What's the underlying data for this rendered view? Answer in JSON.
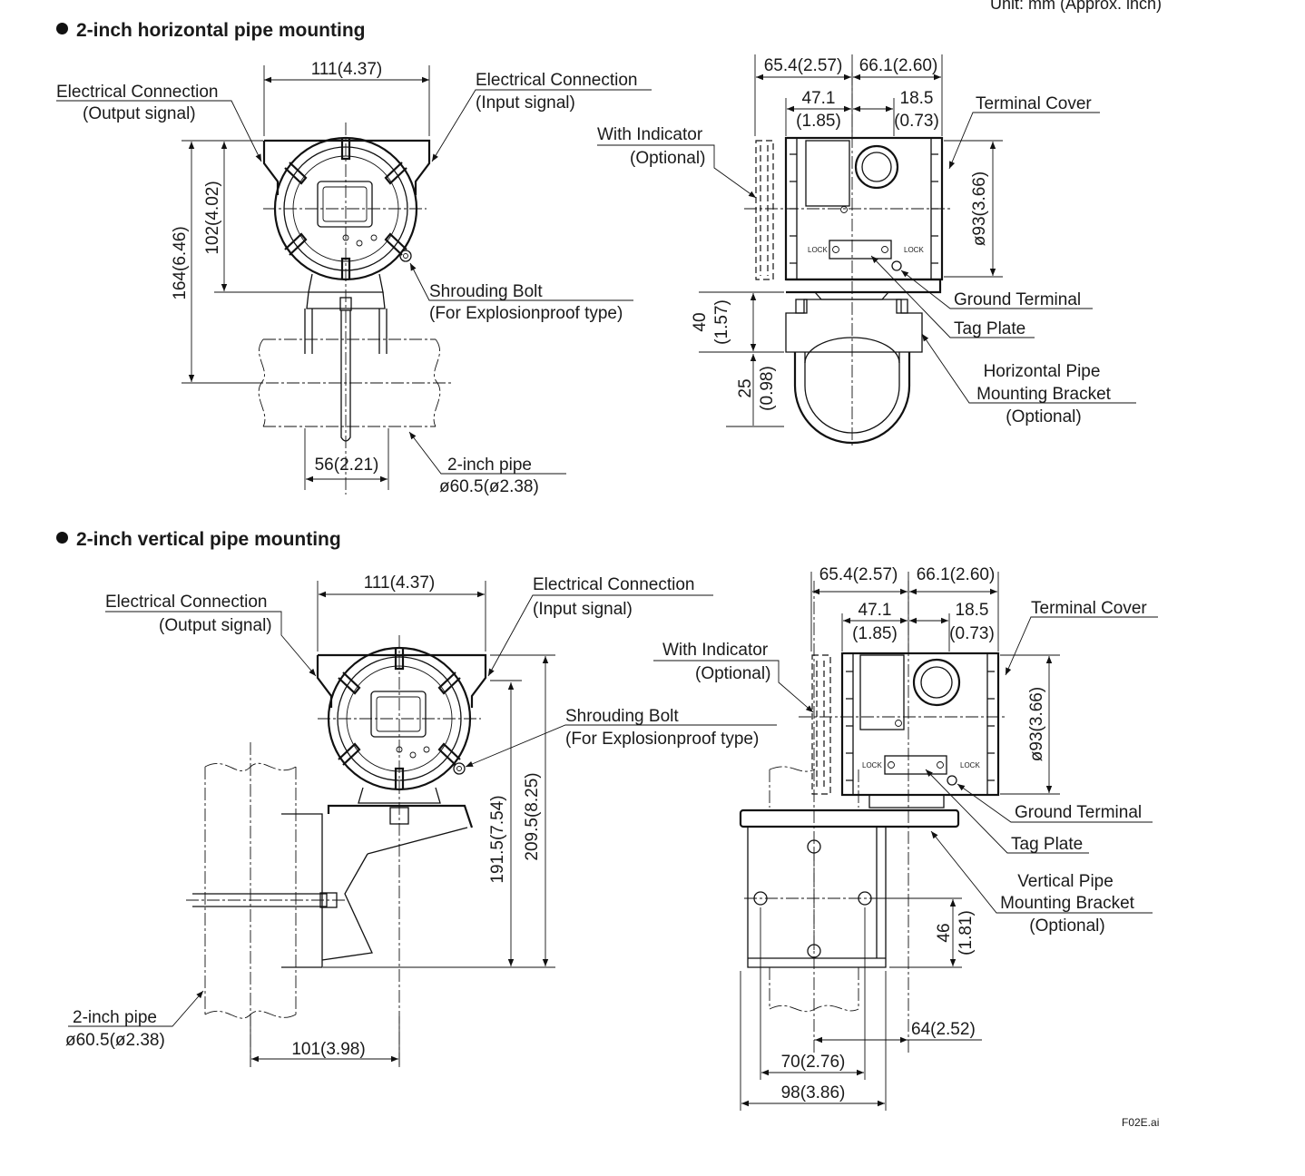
{
  "unit_note": "Unit: mm (Approx. inch)",
  "figure_id": "F02E.ai",
  "horizontal": {
    "heading": "2-inch horizontal pipe mounting",
    "front": {
      "width_dim": "111(4.37)",
      "elec_output_1": "Electrical Connection",
      "elec_output_2": "(Output signal)",
      "elec_input_1": "Electrical Connection",
      "elec_input_2": "(Input signal)",
      "height_total": "164(6.46)",
      "height_body": "102(4.02)",
      "shroud_1": "Shrouding Bolt",
      "shroud_2": "(For Explosionproof type)",
      "pipe_offset": "56(2.21)",
      "pipe_1": "2-inch pipe",
      "pipe_2": "ø60.5(ø2.38)"
    },
    "side": {
      "dim_left": "65.4(2.57)",
      "dim_right": "66.1(2.60)",
      "dim_47_1": "47.1",
      "dim_47_2": "(1.85)",
      "dim_18_1": "18.5",
      "dim_18_2": "(0.73)",
      "terminal_cover": "Terminal Cover",
      "indicator_1": "With Indicator",
      "indicator_2": "(Optional)",
      "dia": "ø93(3.66)",
      "ground": "Ground Terminal",
      "tag": "Tag Plate",
      "bracket_1": "Horizontal Pipe",
      "bracket_2": "Mounting Bracket",
      "bracket_3": "(Optional)",
      "dim_40_1": "40",
      "dim_40_2": "(1.57)",
      "dim_25_1": "25",
      "dim_25_2": "(0.98)",
      "lock": "LOCK"
    }
  },
  "vertical": {
    "heading": "2-inch vertical pipe mounting",
    "front": {
      "width_dim": "111(4.37)",
      "elec_output_1": "Electrical Connection",
      "elec_output_2": "(Output signal)",
      "elec_input_1": "Electrical Connection",
      "elec_input_2": "(Input signal)",
      "shroud_1": "Shrouding Bolt",
      "shroud_2": "(For Explosionproof type)",
      "height_inner": "191.5(7.54)",
      "height_outer": "209.5(8.25)",
      "pipe_1": "2-inch pipe",
      "pipe_2": "ø60.5(ø2.38)",
      "pipe_offset": "101(3.98)"
    },
    "side": {
      "dim_left": "65.4(2.57)",
      "dim_right": "66.1(2.60)",
      "dim_47_1": "47.1",
      "dim_47_2": "(1.85)",
      "dim_18_1": "18.5",
      "dim_18_2": "(0.73)",
      "terminal_cover": "Terminal Cover",
      "indicator_1": "With Indicator",
      "indicator_2": "(Optional)",
      "dia": "ø93(3.66)",
      "ground": "Ground Terminal",
      "tag": "Tag Plate",
      "bracket_1": "Vertical Pipe",
      "bracket_2": "Mounting Bracket",
      "bracket_3": "(Optional)",
      "dim_46_1": "46",
      "dim_46_2": "(1.81)",
      "dim_64": "64(2.52)",
      "dim_70": "70(2.76)",
      "dim_98": "98(3.86)",
      "lock": "LOCK"
    }
  }
}
